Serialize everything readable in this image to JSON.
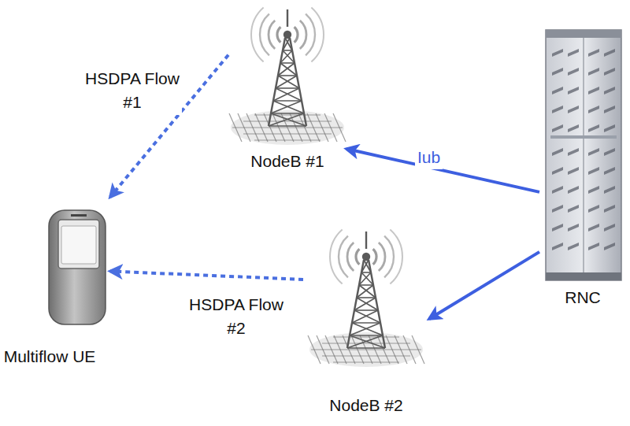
{
  "diagram": {
    "nodes": [
      {
        "text": [
          "NodeB #1"
        ]
      },
      {
        "text": [
          "RNC"
        ]
      },
      {
        "text": [
          "Multiflow UE"
        ]
      },
      {
        "text": [
          "NodeB #2"
        ]
      }
    ],
    "edges": [
      {
        "from": 1,
        "to": 0,
        "arrow": "to",
        "label": "Iub"
      },
      {
        "from": 1,
        "to": 3,
        "arrow": "to"
      },
      {
        "from": 0,
        "to": 2,
        "arrow": "to",
        "label": "HSDPA Flow #1"
      },
      {
        "from": 3,
        "to": 2,
        "arrow": "to",
        "label": "HSDPA Flow #2"
      }
    ]
  }
}
